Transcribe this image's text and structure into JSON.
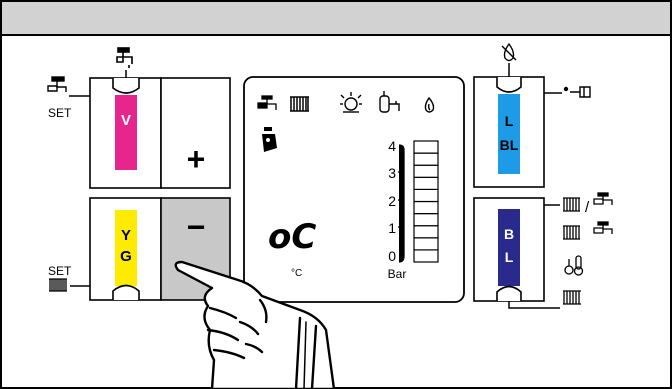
{
  "colors": {
    "header_bg": "#d2d2d2",
    "frame_stroke": "#000000",
    "key_magenta": "#e6268c",
    "key_cyan": "#1e9be6",
    "key_yellow": "#ffeb00",
    "key_navy": "#2a2a8c",
    "pressed_bg": "#c8c8c8"
  },
  "left_panel": {
    "set_label_top": "SET",
    "set_label_bottom": "SET",
    "v_key": "V",
    "yg_key_line1": "Y",
    "yg_key_line2": "G",
    "plus_key": "+",
    "minus_key": "−"
  },
  "display": {
    "code": "oC",
    "temp_unit": "°C",
    "pressure_unit": "Bar",
    "scale_ticks": [
      "4",
      "3",
      "2",
      "1",
      "0"
    ],
    "top_icons": [
      "tap-icon",
      "radiator-icon",
      "burner-icon",
      "dhw-tank-icon",
      "flame-icon"
    ],
    "side_icon": "chimney-sweep-icon",
    "bar_segments": 10,
    "filled_segments": 0
  },
  "right_panel": {
    "lbl_key_line1": "L",
    "lbl_key_line2": "BL",
    "bl_key_line1": "B",
    "bl_key_line2": "L",
    "slash": "/"
  },
  "hand_pointer": "pointing-hand-icon"
}
